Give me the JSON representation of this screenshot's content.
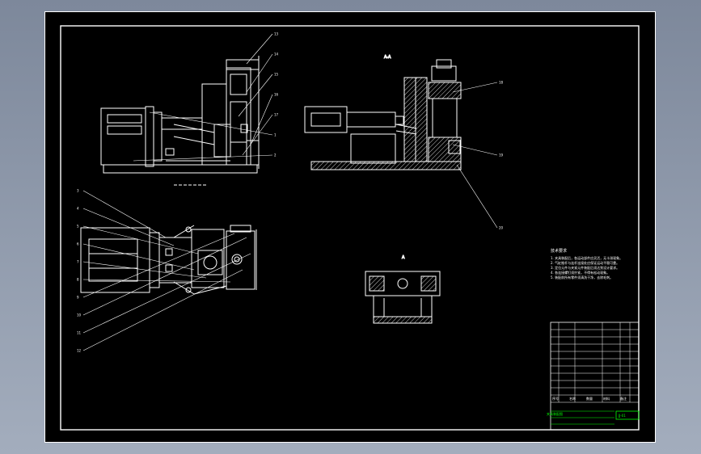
{
  "app": {
    "title": ""
  },
  "drawing": {
    "view_labels": {
      "front": "",
      "side": "A-A",
      "bottom": "A"
    },
    "callouts_front": [
      "13",
      "14",
      "15",
      "16",
      "17",
      "1",
      "2"
    ],
    "callouts_side": [
      "18",
      "19",
      "20"
    ],
    "callouts_top": [
      "3",
      "4",
      "5",
      "6",
      "7",
      "8",
      "9",
      "10",
      "11",
      "12"
    ],
    "tech_title": "技术要求",
    "tech_lines": [
      "1. 夹具装配后，各运动部件应灵活，无卡滞现象。",
      "2. 气缸推杆与连杆连接处应保证运动平稳可靠。",
      "3. 定位元件与夹紧元件装配后须达到设计要求。",
      "4. 各连接螺钉须拧紧，不得有松动现象。",
      "5. 装配前所有零件须清洗干净，去除毛刺。"
    ],
    "title_block": {
      "name_cell": "夹具装配图",
      "code_cell": "JJ-01",
      "footer_labels": [
        "序号",
        "名称",
        "数量",
        "材料",
        "备注"
      ]
    }
  },
  "colors": {
    "canvas": "#000000",
    "line": "#ffffff",
    "accent_green": "#00ff00",
    "outer_bg": "#8a94a6"
  }
}
